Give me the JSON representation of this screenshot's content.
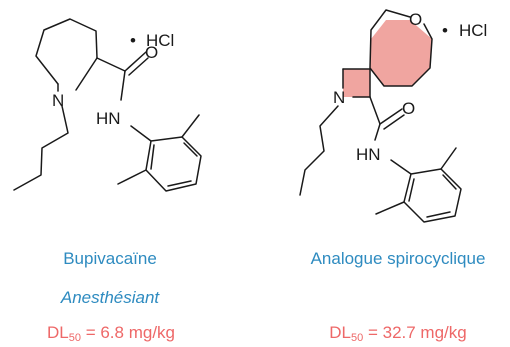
{
  "colors": {
    "name_color": "#2e8bc0",
    "dl_color": "#ee6868",
    "highlight_fill": "#f0a5a0",
    "bond_color": "#1a1a1a"
  },
  "left": {
    "salt_dot": "•",
    "salt": "HCl",
    "atom_n": "N",
    "atom_o": "O",
    "atom_hn": "HN",
    "name": "Bupivacaïne",
    "subtitle": "Anesthésiant",
    "dl_label": "DL",
    "dl_sub": "50",
    "dl_value": " = 6.8 mg/kg"
  },
  "right": {
    "salt_dot": "•",
    "salt": "HCl",
    "atom_n": "N",
    "atom_o_ring": "O",
    "atom_o": "O",
    "atom_hn": "HN",
    "name": "Analogue spirocyclique",
    "dl_label": "DL",
    "dl_sub": "50",
    "dl_value": " = 32.7 mg/kg"
  }
}
